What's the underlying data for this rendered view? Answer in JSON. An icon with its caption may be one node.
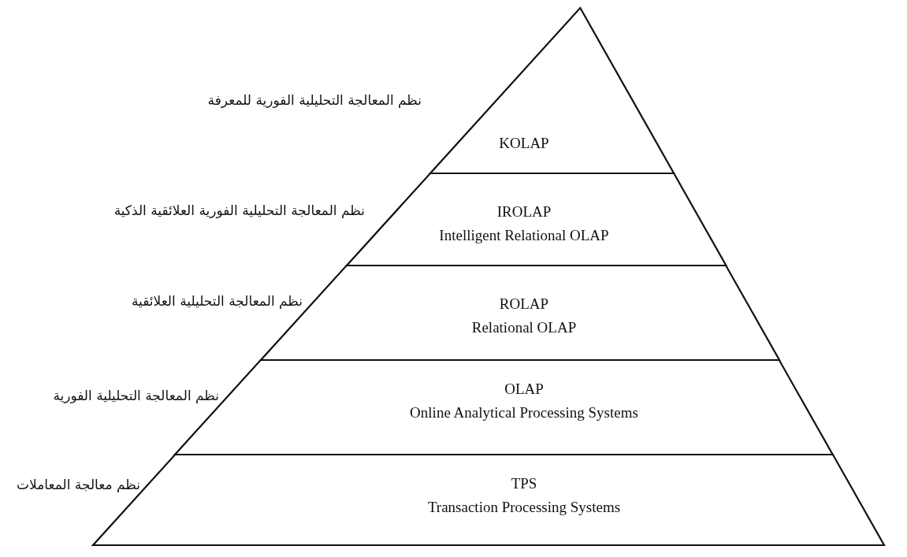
{
  "diagram": {
    "nodes": [
      {
        "text": [
          "KOLAP"
        ],
        "beside": [
          "نظم المعالجة التحليلية الفورية للمعرفة"
        ]
      },
      {
        "text": [
          "IROLAP",
          "Intelligent Relational OLAP"
        ],
        "beside": [
          "نظم المعالجة التحليلية الفورية العلائقية الذكية"
        ]
      },
      {
        "text": [
          "ROLAP",
          "Relational OLAP"
        ],
        "beside": [
          "نظم المعالجة التحليلية العلائقية"
        ]
      },
      {
        "text": [
          "OLAP",
          "Online Analytical Processing Systems"
        ],
        "beside": [
          "نظم المعالجة التحليلية الفورية"
        ]
      },
      {
        "text": [
          "TPS",
          "Transaction Processing Systems"
        ],
        "beside": [
          "نظم معالجة المعاملات"
        ]
      }
    ]
  }
}
